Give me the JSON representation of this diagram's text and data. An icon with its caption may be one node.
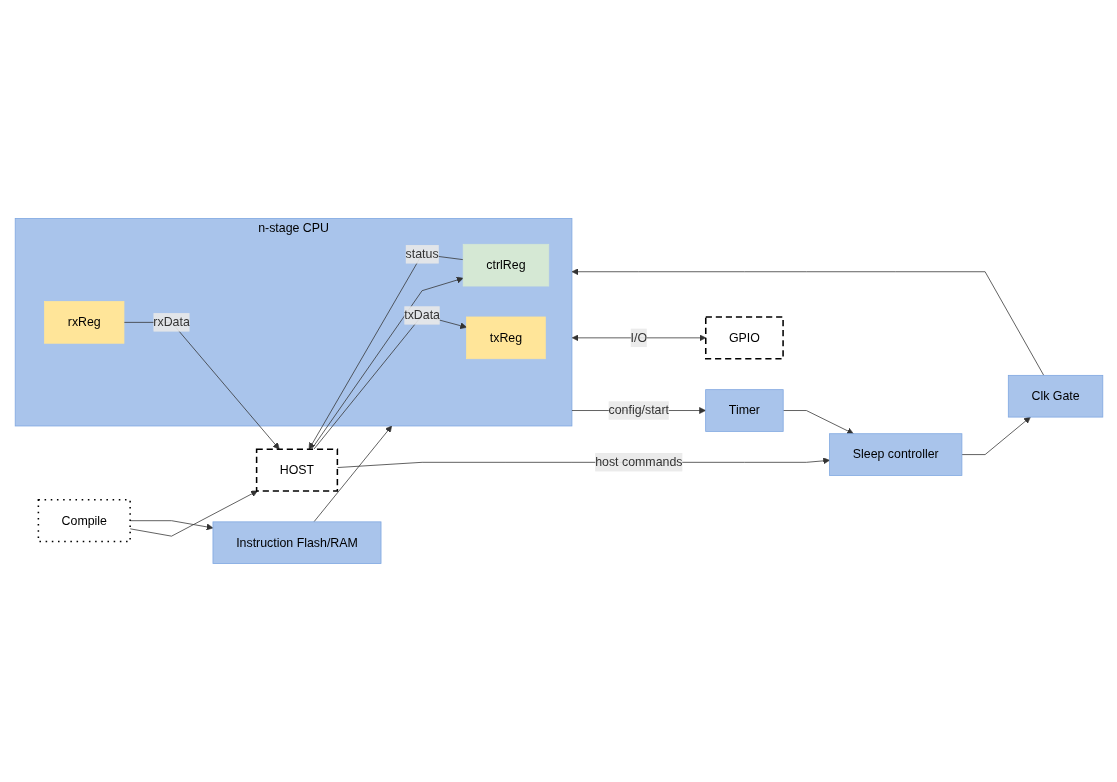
{
  "diagram": {
    "nodes": [
      {
        "text": [
          "Compile"
        ]
      },
      {
        "text": [
          "HOST"
        ]
      },
      {
        "text": [
          "Instruction Flash/RAM"
        ]
      },
      {
        "text": [
          "n-stage CPU"
        ]
      },
      {
        "text": [
          "txReg"
        ],
        "in": 3
      },
      {
        "text": [
          "rxReg"
        ],
        "in": 3
      },
      {
        "text": [
          "ctrlReg"
        ],
        "in": 3
      },
      {
        "text": [
          "Sleep controller"
        ]
      },
      {
        "text": [
          "Clk Gate"
        ]
      },
      {
        "text": [
          "Timer"
        ]
      },
      {
        "text": [
          "GPIO"
        ]
      }
    ],
    "edges": [
      {
        "from": 0,
        "to": 1,
        "arrow": "to"
      },
      {
        "from": 0,
        "to": 2,
        "arrow": "to"
      },
      {
        "from": 1,
        "to": 4,
        "arrow": "to",
        "label": "txData"
      },
      {
        "from": 5,
        "to": 1,
        "arrow": "to",
        "label": "rxData"
      },
      {
        "from": 6,
        "to": 1,
        "arrow": "to",
        "label": "status"
      },
      {
        "from": 1,
        "to": 7,
        "arrow": "to",
        "label": "host commands"
      },
      {
        "from": 1,
        "to": 6,
        "arrow": "to"
      },
      {
        "from": 2,
        "to": 3,
        "arrow": "to"
      },
      {
        "from": 7,
        "to": 8,
        "arrow": "to"
      },
      {
        "from": 8,
        "to": 3,
        "arrow": "to"
      },
      {
        "from": 9,
        "to": 7,
        "arrow": "to"
      },
      {
        "from": 3,
        "to": 9,
        "arrow": "to",
        "label": "config/start"
      },
      {
        "from": 3,
        "to": 10,
        "arrow": "both",
        "label": "I/O"
      }
    ]
  }
}
